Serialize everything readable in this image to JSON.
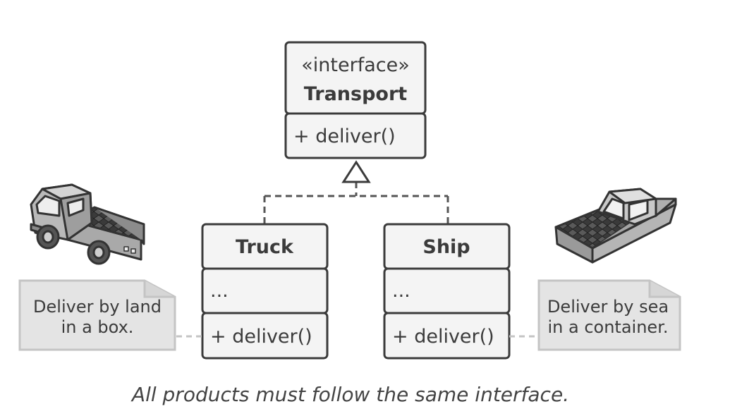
{
  "interface_class": {
    "stereotype": "«interface»",
    "name": "Transport",
    "method": "+ deliver()"
  },
  "truck_class": {
    "name": "Truck",
    "fields": "...",
    "method": "+ deliver()"
  },
  "ship_class": {
    "name": "Ship",
    "fields": "...",
    "method": "+ deliver()"
  },
  "truck_note": {
    "line1": "Deliver by land",
    "line2": "in a box."
  },
  "ship_note": {
    "line1": "Deliver by sea",
    "line2": "in a container."
  },
  "caption": "All products must follow the same interface.",
  "colors": {
    "stroke": "#3b3b3b",
    "box_fill": "#f4f4f4",
    "note_fill": "#e4e4e4",
    "note_stroke": "#c4c4c4",
    "dashed": "#555555"
  },
  "icons": [
    "truck-icon",
    "boat-icon"
  ]
}
